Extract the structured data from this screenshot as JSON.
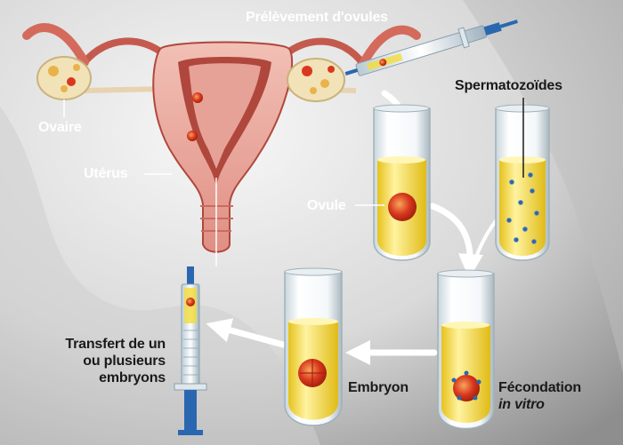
{
  "labels": {
    "egg_retrieval": "Prélèvement d'ovules",
    "ovary": "Ovaire",
    "uterus": "Utérus",
    "sperm": "Spermatozoïdes",
    "oocyte": "Ovule",
    "transfer_line1": "Transfert de un",
    "transfer_line2": "ou plusieurs",
    "transfer_line3": "embryons",
    "embryo": "Embryon",
    "fertilization_line1": "Fécondation",
    "fertilization_line2": "in vitro"
  },
  "icons": {
    "syringe_top": "syringe-icon",
    "syringe_bottom": "syringe-icon",
    "test_tube": "test-tube-icon",
    "arrow": "arrow-icon"
  },
  "colors": {
    "background_light": "#f2f2f2",
    "background_dark": "#9a9a9a",
    "uterus_pink": "#e8a39a",
    "uterus_dark": "#b0473c",
    "tube_yellow": "#f3dc3a",
    "egg_red": "#d9381e",
    "syringe_blue": "#2a67b0",
    "label_white": "#ffffff",
    "label_dark": "#1a1a1a"
  }
}
